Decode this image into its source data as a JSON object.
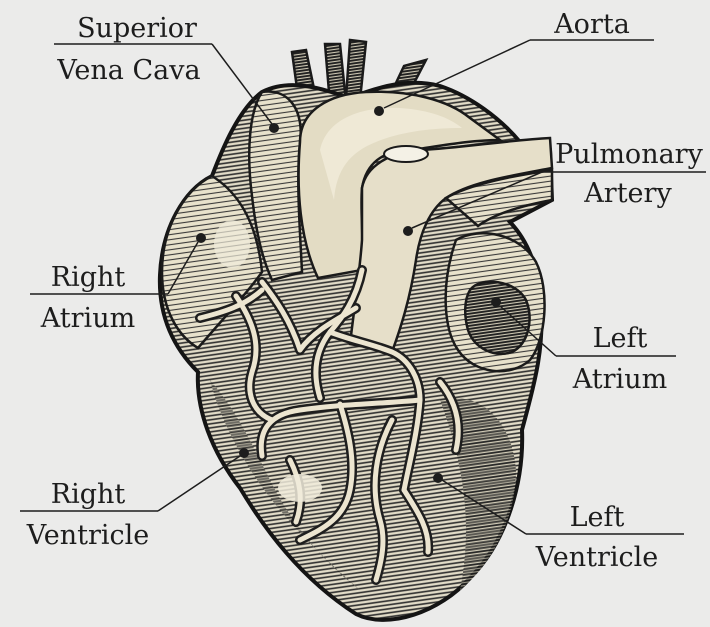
{
  "colors": {
    "background": "#ebebea",
    "ink": "#1d1d1d",
    "tissue": "#e3dcc4",
    "hatch": "#2e2e2e"
  },
  "labels": {
    "superior_vena_cava": [
      "Superior",
      "Vena Cava"
    ],
    "aorta": [
      "Aorta"
    ],
    "pulmonary_artery": [
      "Pulmonary",
      "Artery"
    ],
    "right_atrium": [
      "Right",
      "Atrium"
    ],
    "left_atrium": [
      "Left",
      "Atrium"
    ],
    "right_ventricle": [
      "Right",
      "Ventricle"
    ],
    "left_ventricle": [
      "Left",
      "Ventricle"
    ]
  }
}
